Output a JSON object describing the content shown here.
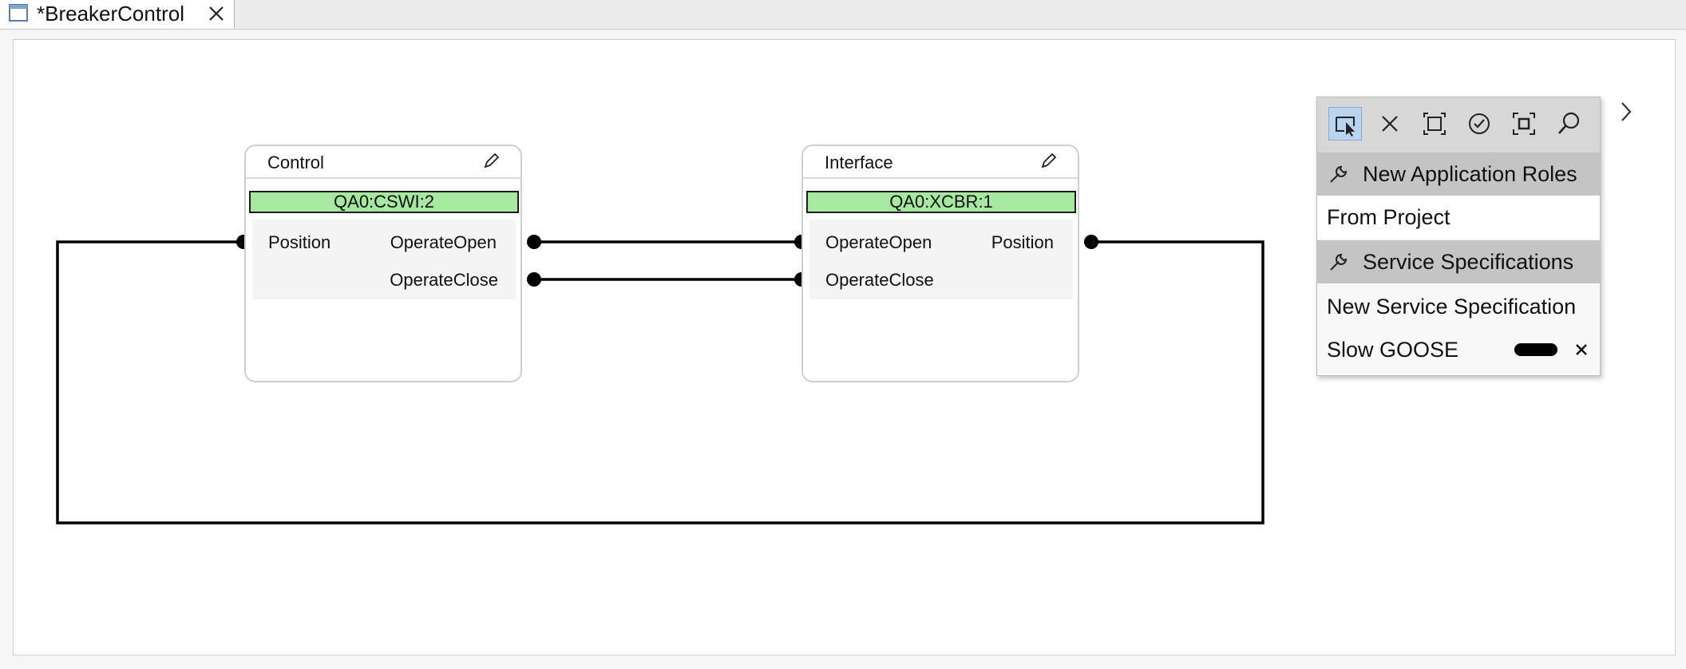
{
  "tab": {
    "title": "*BreakerControl",
    "icon": "window-icon",
    "close_icon": "close-icon"
  },
  "blocks": [
    {
      "title": "Control",
      "id_label": "QA0:CSWI:2",
      "ports": {
        "left": [
          "Position"
        ],
        "right": [
          "OperateOpen",
          "OperateClose"
        ]
      }
    },
    {
      "title": "Interface",
      "id_label": "QA0:XCBR:1",
      "ports": {
        "left": [
          "OperateOpen",
          "OperateClose"
        ],
        "right": [
          "Position"
        ]
      }
    }
  ],
  "palette": {
    "tools": [
      "select-icon",
      "delete-icon",
      "fit-icon",
      "validate-icon",
      "focus-icon",
      "search-icon"
    ],
    "active_tool": "select-icon",
    "sections": [
      {
        "header": "New Application Roles",
        "icon": "wrench-icon",
        "items": [
          "From Project"
        ]
      },
      {
        "header": "Service Specifications",
        "icon": "wrench-icon",
        "items": [
          "New Service Specification",
          "Slow GOOSE"
        ]
      }
    ],
    "slow_goose_color": "#000000"
  },
  "colors": {
    "id_label_bg": "#a6e8a0",
    "wire": "#000000",
    "header_bg": "#c4c4c4"
  }
}
